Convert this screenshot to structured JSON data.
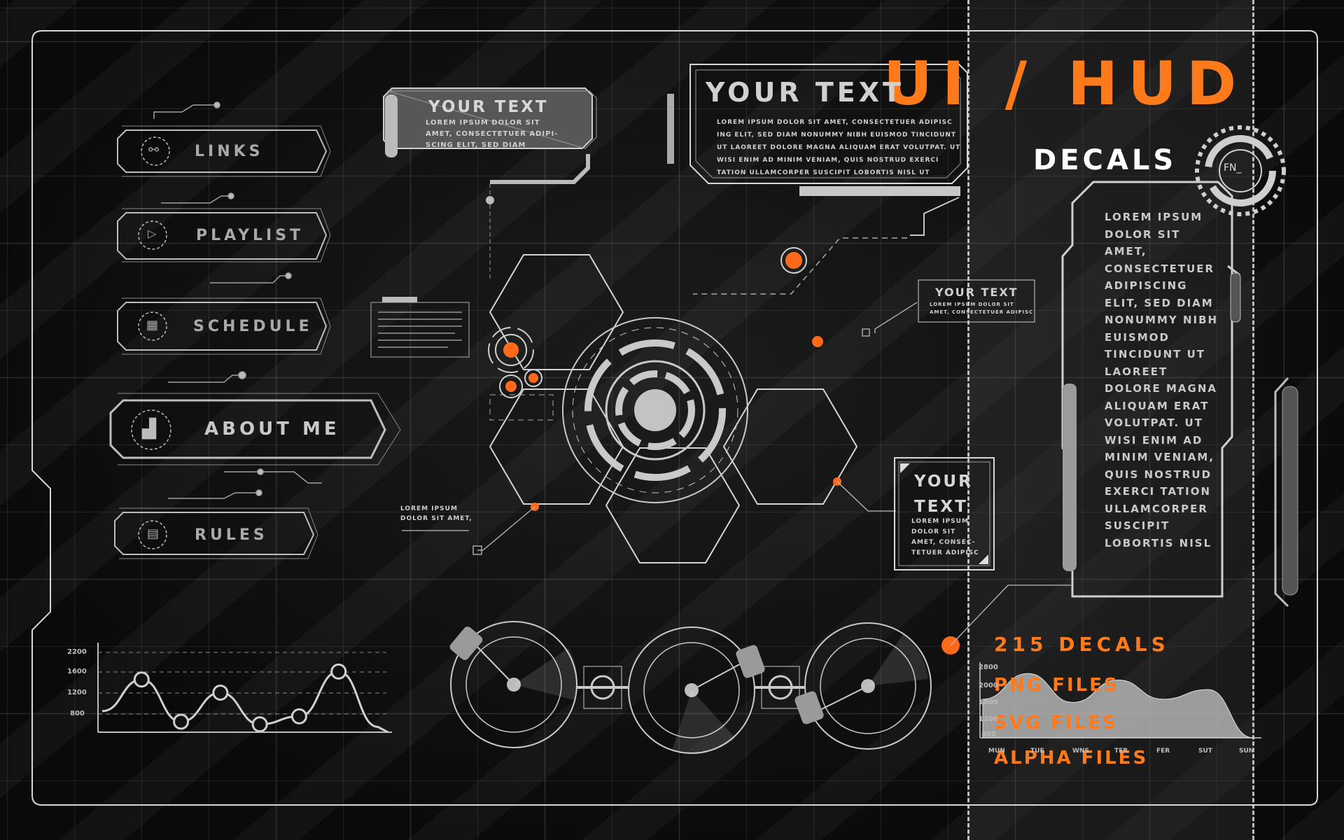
{
  "title": {
    "main": "UI / HUD",
    "sub": "DECALS"
  },
  "menu": [
    {
      "label": "LINKS",
      "icon": "link-icon"
    },
    {
      "label": "PLAYLIST",
      "icon": "play-icon"
    },
    {
      "label": "SCHEDULE",
      "icon": "calendar-icon"
    },
    {
      "label": "ABOUT ME",
      "icon": "user-icon"
    },
    {
      "label": "RULES",
      "icon": "document-icon"
    }
  ],
  "callouts": {
    "top_small": {
      "heading": "YOUR TEXT",
      "body": "LOREM IPSUM DOLOR SIT\nAMET, CONSECTETUER ADIPI-\nSCING ELIT, SED DIAM"
    },
    "top_large": {
      "heading": "YOUR TEXT",
      "body": "LOREM IPSUM DOLOR SIT AMET, CONSECTETUER ADIPISC\nING ELIT, SED DIAM NONUMMY NIBH EUISMOD TINCIDUNT\nUT LAOREET DOLORE MAGNA ALIQUAM ERAT VOLUTPAT. UT\nWISI ENIM AD MINIM VENIAM, QUIS NOSTRUD EXERCI\nTATION ULLAMCORPER SUSCIPIT LOBORTIS NISL UT"
    },
    "mid_right": {
      "heading": "YOUR TEXT",
      "body": "LOREM IPSUM DOLOR SIT\nAMET, CONSECTETUER ADIPISC"
    },
    "box_right": {
      "heading": "YOUR\nTEXT",
      "body": "LOREM IPSUM\nDOLOR SIT\nAMET, CONSEC-\nTETUER ADIPISC"
    },
    "lower_left": {
      "body": "LOREM IPSUM\nDOLOR SIT AMET,"
    },
    "side_column": "LOREM IPSUM\nDOLOR SIT\nAMET,\nCONSECTETUER\nADIPISCING\nELIT, SED DIAM\nNONUMMY NIBH\nEUISMOD\nTINCIDUNT UT\nLAOREET\nDOLORE MAGNA\nALIQUAM ERAT\nVOLUTPAT. UT\nWISI ENIM AD\nMINIM VENIAM,\nQUIS NOSTRUD\nEXERCI TATION\nULLAMCORPER\nSUSCIPIT\nLOBORTIS NISL"
  },
  "circle_badge": "FN_",
  "features": [
    "215 DECALS",
    "PNG FILES",
    "SVG FILES",
    "ALPHA FILES"
  ],
  "colors": {
    "accent": "#ff7a1a",
    "line": "#bdbdbd",
    "background": "#0d0d0d"
  },
  "chart_data": [
    {
      "type": "line",
      "yticks": [
        "2200",
        "1600",
        "1200",
        "800"
      ],
      "values": [
        1100,
        1700,
        900,
        1450,
        850,
        1000,
        1850,
        800
      ],
      "ylim": [
        700,
        2400
      ],
      "title": "",
      "xlabel": "",
      "ylabel": ""
    },
    {
      "type": "area",
      "categories": [
        "MUN",
        "TUE",
        "WNS",
        "TER",
        "FER",
        "SUT",
        "SUN"
      ],
      "yticks": [
        "2800",
        "2000",
        "1600",
        "1200",
        "800"
      ],
      "values": [
        1500,
        2300,
        1400,
        2100,
        1500,
        1800,
        300
      ],
      "ylim": [
        300,
        3000
      ],
      "title": "",
      "xlabel": "",
      "ylabel": ""
    }
  ]
}
